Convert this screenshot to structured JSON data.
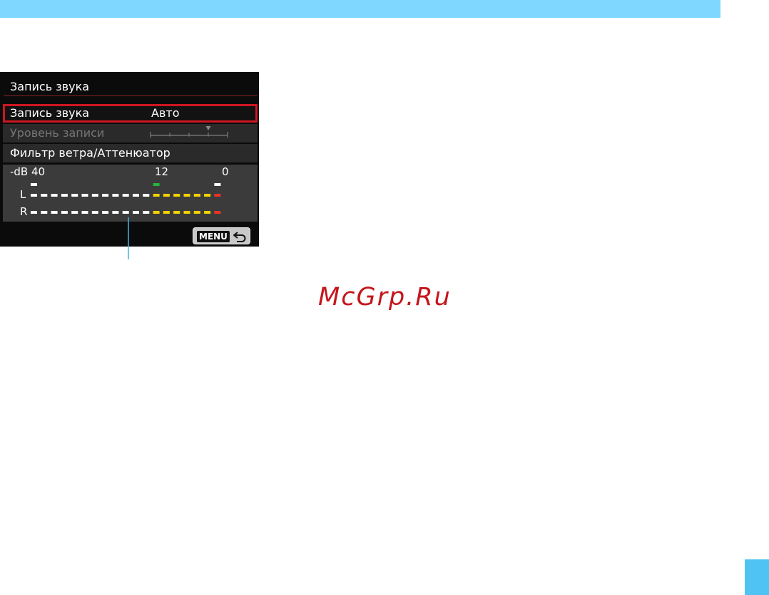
{
  "colors": {
    "top_bar": "#7fd7ff",
    "corner_tab": "#4fc4f4",
    "selection_border": "#cc1620",
    "meter_white": "#ffffff",
    "meter_yellow": "#f2d200",
    "meter_red": "#e8322a",
    "meter_green": "#23b43c",
    "callout_line": "#3fb3e6",
    "watermark": "#c4161c"
  },
  "screen": {
    "title": "Запись звука",
    "menu": [
      {
        "label": "Запись звука",
        "value": "Авто",
        "state": "selected"
      },
      {
        "label": "Уровень записи",
        "value": "",
        "state": "disabled"
      },
      {
        "label": "Фильтр ветра/Аттенюатор",
        "value": "",
        "state": "normal"
      }
    ],
    "level_scale": {
      "ticks": 5,
      "marker_tick": 3,
      "marker_icon": "down-triangle-icon"
    },
    "meter": {
      "scale_label": "-dB 40",
      "mark_12_label": "12",
      "mark_0_label": "0",
      "channels": [
        {
          "label": "L"
        },
        {
          "label": "R"
        }
      ],
      "segments": {
        "white": 12,
        "yellow": 6,
        "red": 1
      }
    },
    "back_button": {
      "label": "MENU",
      "icon": "return-arrow-icon"
    }
  },
  "watermark": "McGrp.Ru"
}
